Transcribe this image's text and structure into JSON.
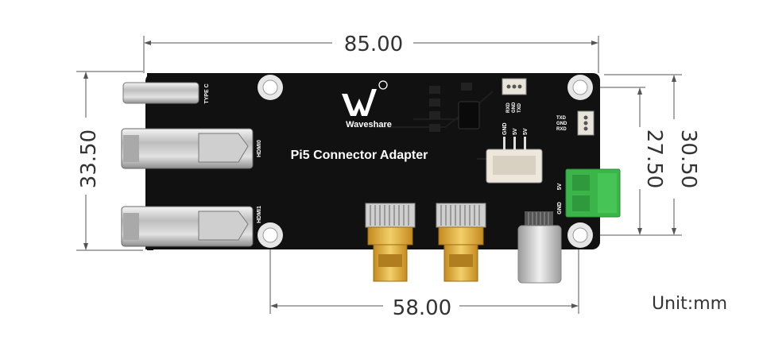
{
  "board": {
    "title": "Pi5 Connector Adapter",
    "brand": "Waveshare",
    "labels": {
      "type_c": "TYPE C",
      "hdmi0": "HDMI0",
      "hdmi1": "HDMI1",
      "uart_top": [
        "RXD",
        "GND",
        "TXD"
      ],
      "uart_right": [
        "TXD",
        "GND",
        "RXD"
      ],
      "power_header": [
        "GND",
        "5V",
        "5V"
      ],
      "terminal": [
        "5V",
        "GND"
      ]
    }
  },
  "dimensions": {
    "width": "85.00",
    "height": "33.50",
    "hole_x": "58.00",
    "hole_y": "27.50",
    "right_height": "30.50"
  },
  "unit": "Unit:mm",
  "colors": {
    "pcb": "#121212",
    "dim_line": "#444444",
    "terminal": "#3bb54a",
    "gold": "#d6a530"
  }
}
